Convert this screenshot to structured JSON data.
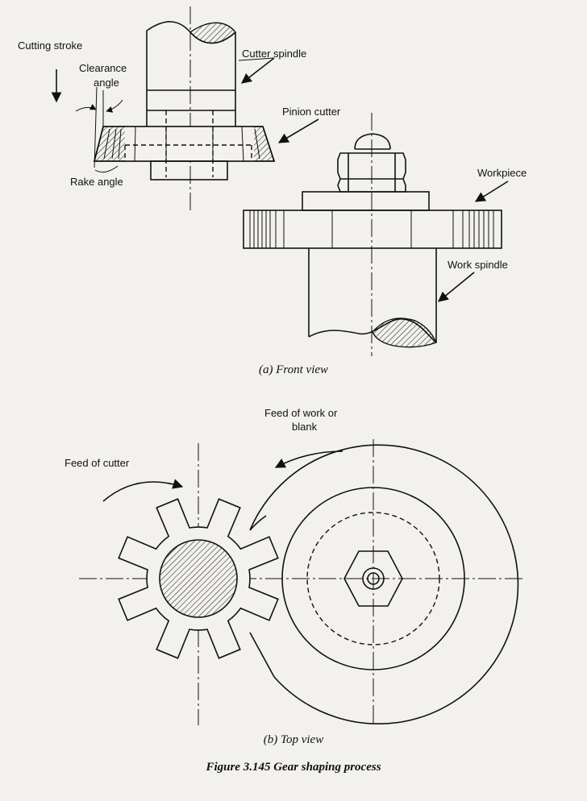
{
  "labels": {
    "cutting_stroke": "Cutting stroke",
    "clearance_angle_line1": "Clearance",
    "clearance_angle_line2": "angle",
    "rake_angle": "Rake angle",
    "cutter_spindle": "Cutter spindle",
    "pinion_cutter": "Pinion cutter",
    "workpiece": "Workpiece",
    "work_spindle": "Work spindle",
    "feed_of_work_line1": "Feed of work or",
    "feed_of_work_line2": "blank",
    "feed_of_cutter": "Feed of cutter"
  },
  "captions": {
    "front_view": "(a) Front view",
    "top_view": "(b) Top view",
    "figure_title": "Figure 3.145 Gear shaping process"
  }
}
